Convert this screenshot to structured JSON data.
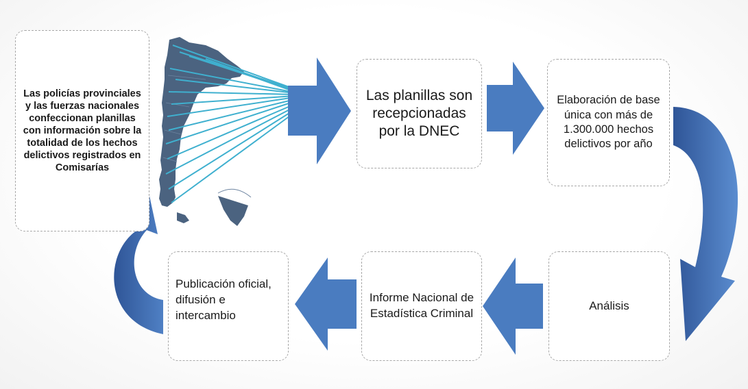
{
  "diagram": {
    "boxes": {
      "police": "Las policías provinciales y las fuerzas nacionales confeccionan planillas con información sobre la totalidad de los hechos delictivos registrados en Comisarías",
      "dnec": "Las planillas son recepcionadas por la DNEC",
      "base": "Elaboración de base única con más de 1.300.000 hechos delictivos por año",
      "analisis": "Análisis",
      "informe": "Informe Nacional de Estadística Criminal",
      "publicacion": "Publicación oficial, difusión e intercambio"
    },
    "colors": {
      "arrow": "#4a7cc0",
      "arrow_dark": "#3d68a6",
      "map": "#4b6380",
      "lines": "#3fb0cf",
      "box_border": "#a7a7a7"
    }
  }
}
